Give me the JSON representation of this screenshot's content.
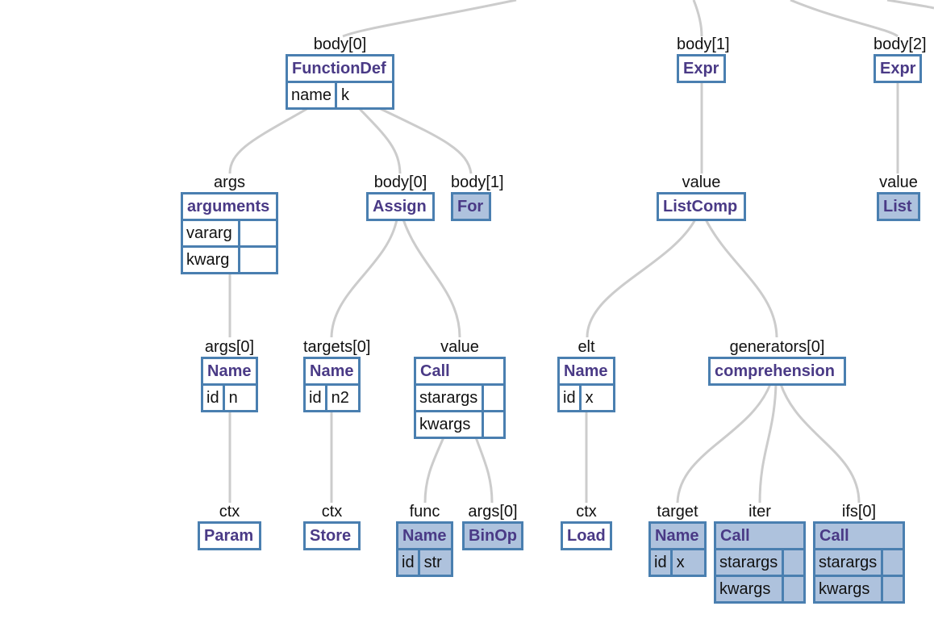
{
  "nodes": {
    "functiondef": {
      "label": "body[0]",
      "type": "FunctionDef",
      "fields": [
        {
          "key": "name",
          "value": "k"
        }
      ]
    },
    "expr1": {
      "label": "body[1]",
      "type": "Expr"
    },
    "expr2": {
      "label": "body[2]",
      "type": "Expr"
    },
    "arguments": {
      "label": "args",
      "type": "arguments",
      "fields": [
        {
          "key": "vararg",
          "value": ""
        },
        {
          "key": "kwarg",
          "value": ""
        }
      ]
    },
    "assign": {
      "label": "body[0]",
      "type": "Assign"
    },
    "for": {
      "label": "body[1]",
      "type": "For"
    },
    "listcomp": {
      "label": "value",
      "type": "ListComp"
    },
    "list": {
      "label": "value",
      "type": "List"
    },
    "name_n": {
      "label": "args[0]",
      "type": "Name",
      "fields": [
        {
          "key": "id",
          "value": "n"
        }
      ]
    },
    "name_n2": {
      "label": "targets[0]",
      "type": "Name",
      "fields": [
        {
          "key": "id",
          "value": "n2"
        }
      ]
    },
    "call_value": {
      "label": "value",
      "type": "Call",
      "fields": [
        {
          "key": "starargs",
          "value": ""
        },
        {
          "key": "kwargs",
          "value": ""
        }
      ]
    },
    "name_x_elt": {
      "label": "elt",
      "type": "Name",
      "fields": [
        {
          "key": "id",
          "value": "x"
        }
      ]
    },
    "comprehension": {
      "label": "generators[0]",
      "type": "comprehension"
    },
    "param": {
      "label": "ctx",
      "type": "Param"
    },
    "store": {
      "label": "ctx",
      "type": "Store"
    },
    "name_str": {
      "label": "func",
      "type": "Name",
      "fields": [
        {
          "key": "id",
          "value": "str"
        }
      ]
    },
    "binop": {
      "label": "args[0]",
      "type": "BinOp"
    },
    "load": {
      "label": "ctx",
      "type": "Load"
    },
    "name_x_target": {
      "label": "target",
      "type": "Name",
      "fields": [
        {
          "key": "id",
          "value": "x"
        }
      ]
    },
    "call_iter": {
      "label": "iter",
      "type": "Call",
      "fields": [
        {
          "key": "starargs",
          "value": ""
        },
        {
          "key": "kwargs",
          "value": ""
        }
      ]
    },
    "call_ifs": {
      "label": "ifs[0]",
      "type": "Call",
      "fields": [
        {
          "key": "starargs",
          "value": ""
        },
        {
          "key": "kwargs",
          "value": ""
        }
      ]
    }
  },
  "colors": {
    "border": "#4a7fb0",
    "node_fill": "#ffffff",
    "collapsed_fill": "#aec2dd",
    "type_text": "#4a3a86",
    "edge": "#cccccc"
  }
}
